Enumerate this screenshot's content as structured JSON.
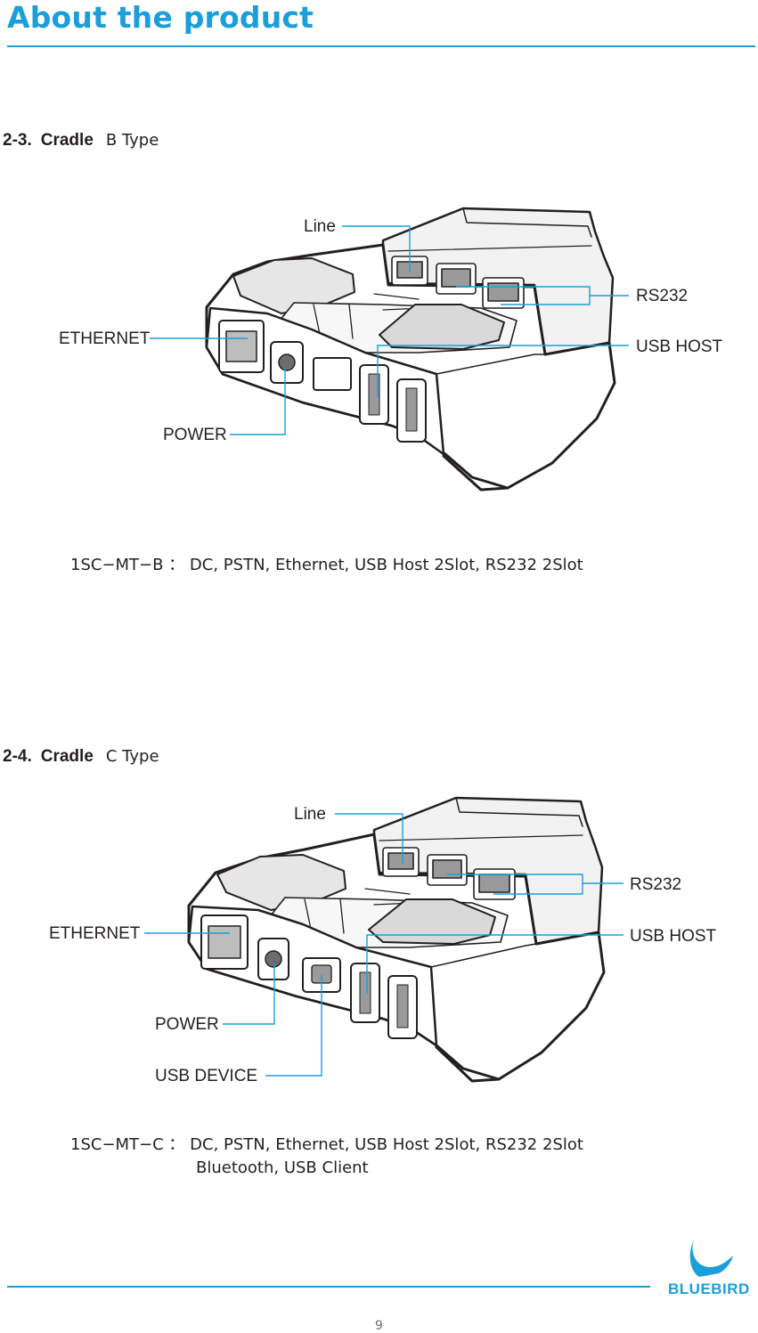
{
  "header": {
    "title": "About the product"
  },
  "sections": [
    {
      "number": "2-3.",
      "name": "Cradle",
      "type": "B Type",
      "callouts": {
        "line": "Line",
        "rs232": "RS232",
        "ethernet": "ETHERNET",
        "usb_host": "USB HOST",
        "power": "POWER"
      },
      "spec": {
        "line1": "1SC−MT−B ： DC, PSTN, Ethernet, USB Host 2Slot, RS232 2Slot"
      }
    },
    {
      "number": "2-4.",
      "name": "Cradle",
      "type": "C Type",
      "callouts": {
        "line": "Line",
        "rs232": "RS232",
        "ethernet": "ETHERNET",
        "usb_host": "USB HOST",
        "power": "POWER",
        "usb_device": "USB DEVICE"
      },
      "spec": {
        "line1": "1SC−MT−C ： DC, PSTN, Ethernet, USB Host 2Slot, RS232 2Slot",
        "line2": "Bluetooth, USB Client"
      }
    }
  ],
  "footer": {
    "brand": "BLUEBIRD",
    "page_number": "9"
  },
  "colors": {
    "accent": "#1a9fdb",
    "text": "#231f20"
  }
}
